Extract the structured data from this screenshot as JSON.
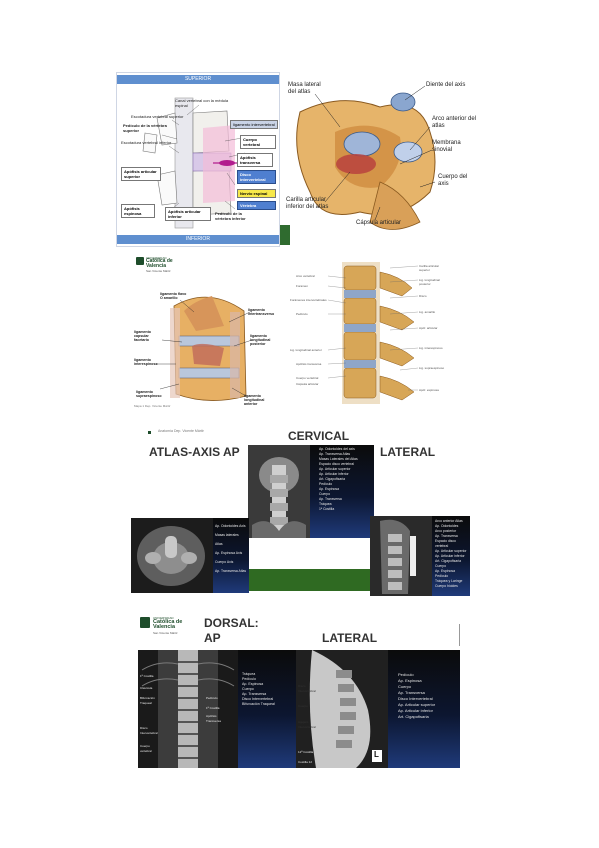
{
  "panel1": {
    "top_banner": "SUPERIOR",
    "bottom_banner": "INFERIOR",
    "labels": {
      "canal": "Canal vertebral con la médula espinal",
      "escotadura_sup": "Escotadura vertebral superior",
      "pediculo_sup": "Pedículo de la vértebra superior",
      "escotadura_inf": "Escotadura vertebral inferior",
      "ligamento": "ligamento intervertebral",
      "cuerpo": "Cuerpo vertebral",
      "apofisis_transversa": "Apófisis transversa",
      "apofisis_art_sup": "Apófisis articular superior",
      "disco": "Disco intervertebral",
      "nervio": "Nervio espinal",
      "vertebra": "Vértebra",
      "apofisis_espinosa": "Apófisis espinosa",
      "apofisis_art_inf": "Apófisis articular inferior",
      "pediculo_inf": "Pedículo de la vértebra inferior"
    }
  },
  "panel2": {
    "labels": {
      "masa_lateral": "Masa lateral del atlas",
      "diente": "Diente del axis",
      "arco": "Arco anterior del atlas",
      "membrana": "Membrana sinovial",
      "cuerpo_axis": "Cuerpo del axis",
      "carilla": "Carilla articular inferior del atlas",
      "capsula": "Cápsula articular"
    }
  },
  "panel3": {
    "logo_line1": "UNIVERSIDAD",
    "logo_line2": "Católica de",
    "logo_line3": "Valencia",
    "logo_line4": "San Vicente Mártir",
    "labels": {
      "flavo": "ligamento flavo O amarillo",
      "intertransverso": "ligamento intertransverso",
      "capsular": "ligamento capsular facetario",
      "long_post": "ligamento longitudinal posterior",
      "interespinoso": "ligamento interespinoso",
      "supraespinoso": "ligamento supraespinoso",
      "long_ant": "ligamento longitudinal anterior"
    },
    "caption": "Mapa 1    Dep. Vicente Mártir"
  },
  "panel4": {
    "labels_left": [
      "Arco vertebral",
      "Foramen",
      "Forámenes intervertebrales",
      "Pedículo",
      "Lig. longitudinal anterior",
      "Apófisis transversa",
      "Cuerpo vertebral",
      "Cápsula articular"
    ],
    "labels_right": [
      "Carilla articular superior",
      "Lig. longitudinal posterior",
      "Disco",
      "Lig. amarillo",
      "Apóf. articular",
      "Lig. interespinoso",
      "Lig. supraespinoso",
      "Apóf. espinosa"
    ]
  },
  "xray_section": {
    "header_small": "Anatomía  Dep. Vicente Mártir",
    "title_atlas": "ATLAS-AXIS  AP",
    "title_cervical": "CERVICAL",
    "title_lateral": "LATERAL",
    "cervical_ap_legend": [
      "Ap. Odontoides del axis",
      "Ap. Transversa Atlas",
      "Masas Laterales del Atlas",
      "Espacio disco vertebral",
      "Ap. Articular superior",
      "Ap. Articular inferior",
      "Art. Cigapofisaria",
      "Pedículo",
      "Ap. Espinosa",
      "Cuerpo",
      "Ap. Transversa",
      "Tráquea",
      "1ª Costilla"
    ],
    "atlas_legend": [
      "Ap. Odontoides Axis",
      "Masas laterales",
      "Atlas",
      "Ap. Espinosa Axis",
      "Cuerpo Axis",
      "Ap. Transversa Atlas"
    ],
    "lateral_legend": [
      "Arco anterior Atlas",
      "Ap. Odontoides",
      "Arco posterior",
      "Ap. Transversa",
      "Espacio disco vertebral",
      "Ap. Articular superior",
      "Ap. Articular inferior",
      "Art. Cigapofisaria",
      "Cuerpo",
      "Ap. Espinosa",
      "Pedículo",
      "Tráquea y Laringe",
      "Cuerpo hioides"
    ]
  },
  "dorsal_section": {
    "logo_line1": "UNIVERSIDAD",
    "logo_line2": "Católica de",
    "logo_line3": "Valencia",
    "logo_line4": "San Vicente Mártir",
    "title_dorsal": "DORSAL:",
    "title_ap": "AP",
    "title_lateral": "LATERAL",
    "ap_legend": [
      "Tráquea",
      "Pedículo",
      "Ap. Espinosa",
      "Cuerpo",
      "Ap. Transversa",
      "Disco Intervertebral",
      "Bifurcación Traqueal"
    ],
    "ap_left_labels": [
      "1ª Costilla",
      "Clavícula",
      "Bifurcación Traqueal",
      "Disco Intervertebral",
      "Cuerpo vertebral"
    ],
    "ap_mid_labels": [
      "Pedículo",
      "1ª Costilla",
      "Apófisis Transversa"
    ],
    "lat_legend": [
      "Pedículo",
      "Ap. Espinosa",
      "Cuerpo",
      "Ap. Transversa",
      "Disco Intervertebral",
      "Ap. Articular superior",
      "Ap. Articular inferior",
      "Art. Cigapofisaria"
    ],
    "lat_left_labels": [
      "Disco Intervertebral",
      "Cuerpo",
      "Agujero Intervertebral",
      "12ª Costilla",
      "Costilla 12"
    ],
    "lat_corner": "L"
  }
}
